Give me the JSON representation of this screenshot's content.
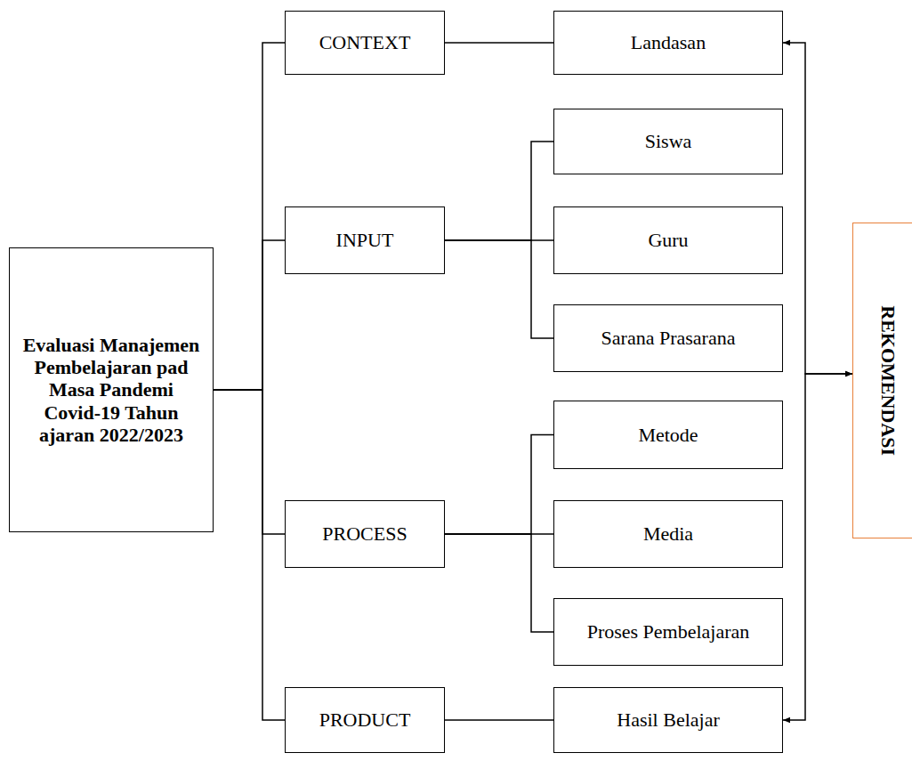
{
  "diagram": {
    "nodes": [
      {
        "text": [
          "Evaluasi Manajemen Pembelajaran pad Masa Pandemi Covid-19 Tahun ajaran 2022/2023"
        ]
      },
      {
        "text": [
          "CONTEXT"
        ]
      },
      {
        "text": [
          "Landasan"
        ]
      },
      {
        "text": [
          "INPUT"
        ]
      },
      {
        "text": [
          "Siswa"
        ]
      },
      {
        "text": [
          "Guru"
        ]
      },
      {
        "text": [
          "Sarana Prasarana"
        ]
      },
      {
        "text": [
          "PROCESS"
        ]
      },
      {
        "text": [
          "Metode"
        ]
      },
      {
        "text": [
          "Media"
        ]
      },
      {
        "text": [
          "Proses Pembelajaran"
        ]
      },
      {
        "text": [
          "PRODUCT"
        ]
      },
      {
        "text": [
          "Hasil Belajar"
        ]
      },
      {
        "text": [
          "REKOMENDASI"
        ]
      }
    ],
    "edges": [
      {
        "from": 0,
        "to": 1,
        "arrow": "none"
      },
      {
        "from": 0,
        "to": 3,
        "arrow": "none"
      },
      {
        "from": 0,
        "to": 7,
        "arrow": "none"
      },
      {
        "from": 0,
        "to": 11,
        "arrow": "none"
      },
      {
        "from": 1,
        "to": 2,
        "arrow": "none"
      },
      {
        "from": 3,
        "to": 4,
        "arrow": "none"
      },
      {
        "from": 3,
        "to": 5,
        "arrow": "none"
      },
      {
        "from": 3,
        "to": 6,
        "arrow": "none"
      },
      {
        "from": 7,
        "to": 8,
        "arrow": "none"
      },
      {
        "from": 7,
        "to": 9,
        "arrow": "none"
      },
      {
        "from": 7,
        "to": 10,
        "arrow": "none"
      },
      {
        "from": 11,
        "to": 12,
        "arrow": "none"
      },
      {
        "from": 13,
        "to": 2,
        "arrow": "both"
      },
      {
        "from": 13,
        "to": 12,
        "arrow": "both"
      }
    ]
  }
}
